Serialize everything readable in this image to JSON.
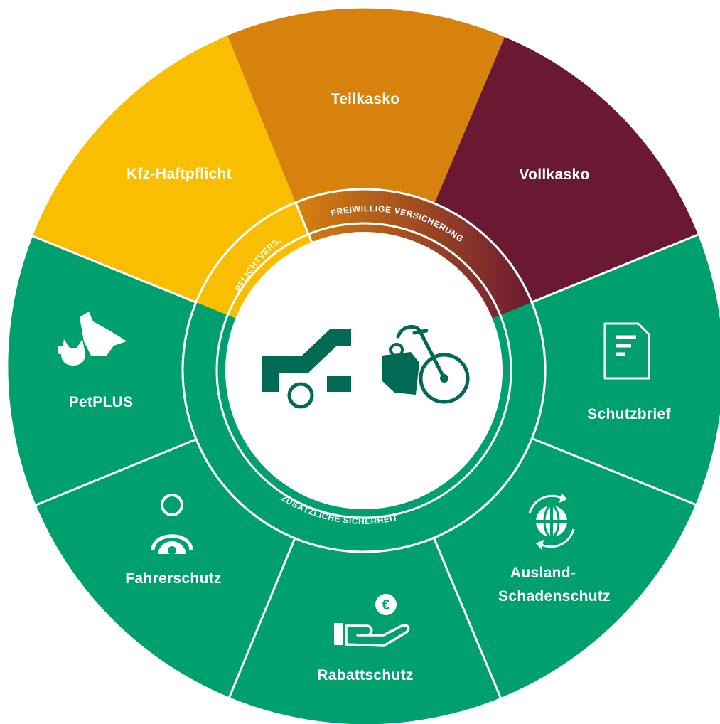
{
  "segments": [
    {
      "key": "kfz",
      "label": "Kfz-Haftpflicht"
    },
    {
      "key": "teil",
      "label": "Teilkasko"
    },
    {
      "key": "voll",
      "label": "Vollkasko"
    },
    {
      "key": "schutzbrief",
      "label": "Schutzbrief",
      "icon": "document-icon"
    },
    {
      "key": "ausland1",
      "label": "Ausland-",
      "icon": "globe-refresh-icon"
    },
    {
      "key": "ausland2",
      "label": "Schadenschutz"
    },
    {
      "key": "rabatt",
      "label": "Rabattschutz",
      "icon": "euro-hand-icon"
    },
    {
      "key": "fahrer",
      "label": "Fahrerschutz",
      "icon": "driver-icon"
    },
    {
      "key": "pet",
      "label": "PetPLUS",
      "icon": "pet-icon"
    }
  ],
  "ring_labels": {
    "pflicht": "PFLICHTVERS.",
    "freiwillig": "FREIWILLIGE VERSICHERUNG",
    "zusatz": "ZUSÄTZLICHE SICHERHEIT"
  },
  "colors": {
    "green": "#00a06e",
    "yellow": "#f9be00",
    "orange": "#d7820d",
    "burgundy": "#6b1833",
    "dark_green": "#006a55"
  },
  "center_icons": [
    "car-icon",
    "motorcycle-icon"
  ]
}
